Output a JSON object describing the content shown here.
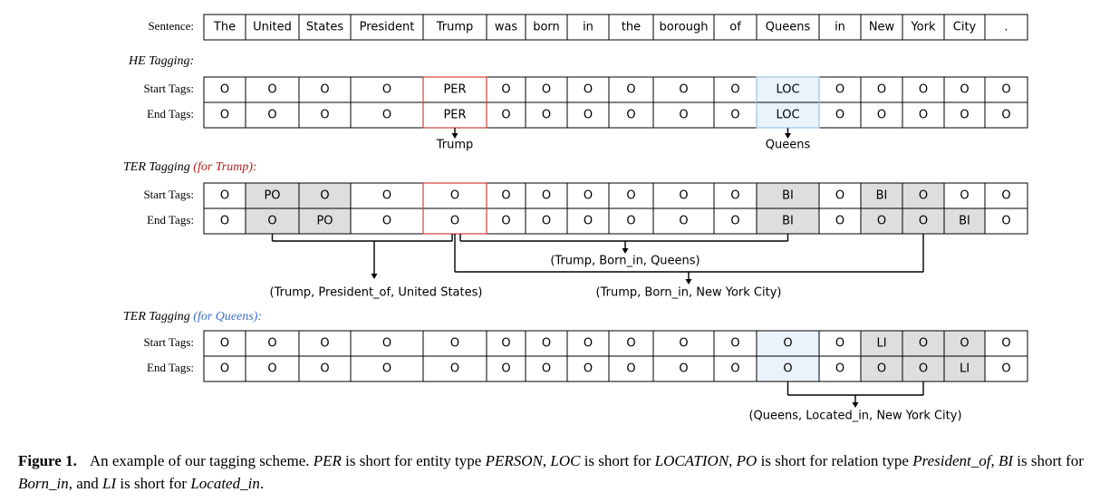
{
  "tokens": [
    "The",
    "United",
    "States",
    "President",
    "Trump",
    "was",
    "born",
    "in",
    "the",
    "borough",
    "of",
    "Queens",
    "in",
    "New",
    "York",
    "City",
    "."
  ],
  "labels": {
    "sentence": "Sentence:",
    "start_tags": "Start Tags:",
    "end_tags": "End Tags:"
  },
  "colors": {
    "trump_highlight": "#d04040",
    "queens_highlight": "#eaf3fb",
    "relation_fill": "#dedede",
    "trump_label": "#b22222",
    "queens_label": "#3a6fc4"
  },
  "he_section": {
    "title": "HE Tagging:",
    "start": [
      "O",
      "O",
      "O",
      "O",
      "PER",
      "O",
      "O",
      "O",
      "O",
      "O",
      "O",
      "LOC",
      "O",
      "O",
      "O",
      "O",
      "O"
    ],
    "end": [
      "O",
      "O",
      "O",
      "O",
      "PER",
      "O",
      "O",
      "O",
      "O",
      "O",
      "O",
      "LOC",
      "O",
      "O",
      "O",
      "O",
      "O"
    ],
    "entity_labels": [
      "Trump",
      "Queens"
    ]
  },
  "ter_trump": {
    "title": "TER Tagging",
    "suffix": "(for Trump):",
    "start": [
      "O",
      "PO",
      "O",
      "O",
      "O",
      "O",
      "O",
      "O",
      "O",
      "O",
      "O",
      "BI",
      "O",
      "BI",
      "O",
      "O",
      "O"
    ],
    "end": [
      "O",
      "O",
      "PO",
      "O",
      "O",
      "O",
      "O",
      "O",
      "O",
      "O",
      "O",
      "BI",
      "O",
      "O",
      "O",
      "BI",
      "O"
    ],
    "triples": [
      "(Trump, President_of, United States)",
      "(Trump, Born_in, Queens)",
      "(Trump, Born_in, New York City)"
    ]
  },
  "ter_queens": {
    "title": "TER Tagging",
    "suffix": "(for Queens):",
    "start": [
      "O",
      "O",
      "O",
      "O",
      "O",
      "O",
      "O",
      "O",
      "O",
      "O",
      "O",
      "O",
      "O",
      "LI",
      "O",
      "O",
      "O"
    ],
    "end": [
      "O",
      "O",
      "O",
      "O",
      "O",
      "O",
      "O",
      "O",
      "O",
      "O",
      "O",
      "O",
      "O",
      "O",
      "O",
      "LI",
      "O"
    ],
    "triples": [
      "(Queens, Located_in, New York City)"
    ]
  },
  "caption": {
    "label": "Figure 1.",
    "parts": [
      {
        "t": "An example of our tagging scheme. ",
        "i": false
      },
      {
        "t": "PER",
        "i": true
      },
      {
        "t": " is short for entity type ",
        "i": false
      },
      {
        "t": "PERSON",
        "i": true
      },
      {
        "t": ", ",
        "i": false
      },
      {
        "t": "LOC",
        "i": true
      },
      {
        "t": " is short for ",
        "i": false
      },
      {
        "t": "LOCATION",
        "i": true
      },
      {
        "t": ", ",
        "i": false
      },
      {
        "t": "PO",
        "i": true
      },
      {
        "t": " is short for relation type ",
        "i": false
      },
      {
        "t": "President_of",
        "i": true
      },
      {
        "t": ", ",
        "i": false
      },
      {
        "t": "BI",
        "i": true
      },
      {
        "t": " is short for ",
        "i": false
      },
      {
        "t": "Born_in",
        "i": true
      },
      {
        "t": ", and ",
        "i": false
      },
      {
        "t": "LI",
        "i": true
      },
      {
        "t": " is short for ",
        "i": false
      },
      {
        "t": "Located_in",
        "i": true
      },
      {
        "t": ".",
        "i": false
      }
    ]
  }
}
